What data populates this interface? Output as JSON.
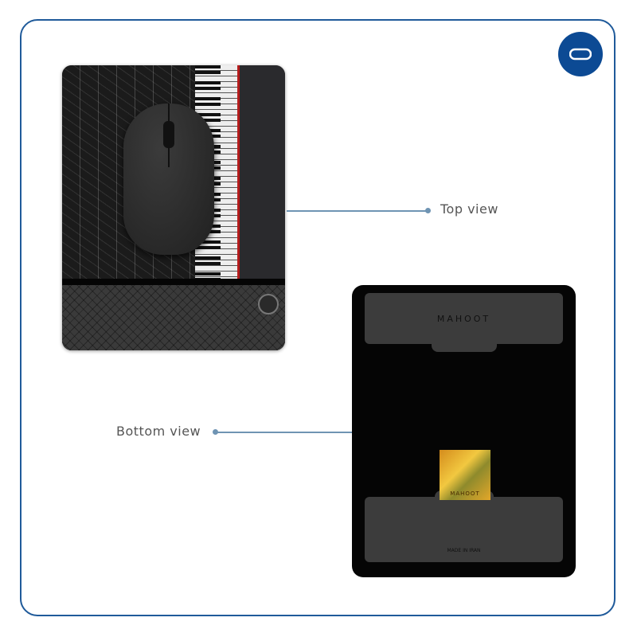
{
  "labels": {
    "top_view": "Top view",
    "bottom_view": "Bottom view"
  },
  "product": {
    "brand": "MAHOOT",
    "made_in": "MADE IN IRAN"
  },
  "icons": {
    "badge": "infinity-icon"
  },
  "colors": {
    "accent": "#1f5a9a",
    "badge": "#0c4a94",
    "connector": "#6f94b3"
  }
}
